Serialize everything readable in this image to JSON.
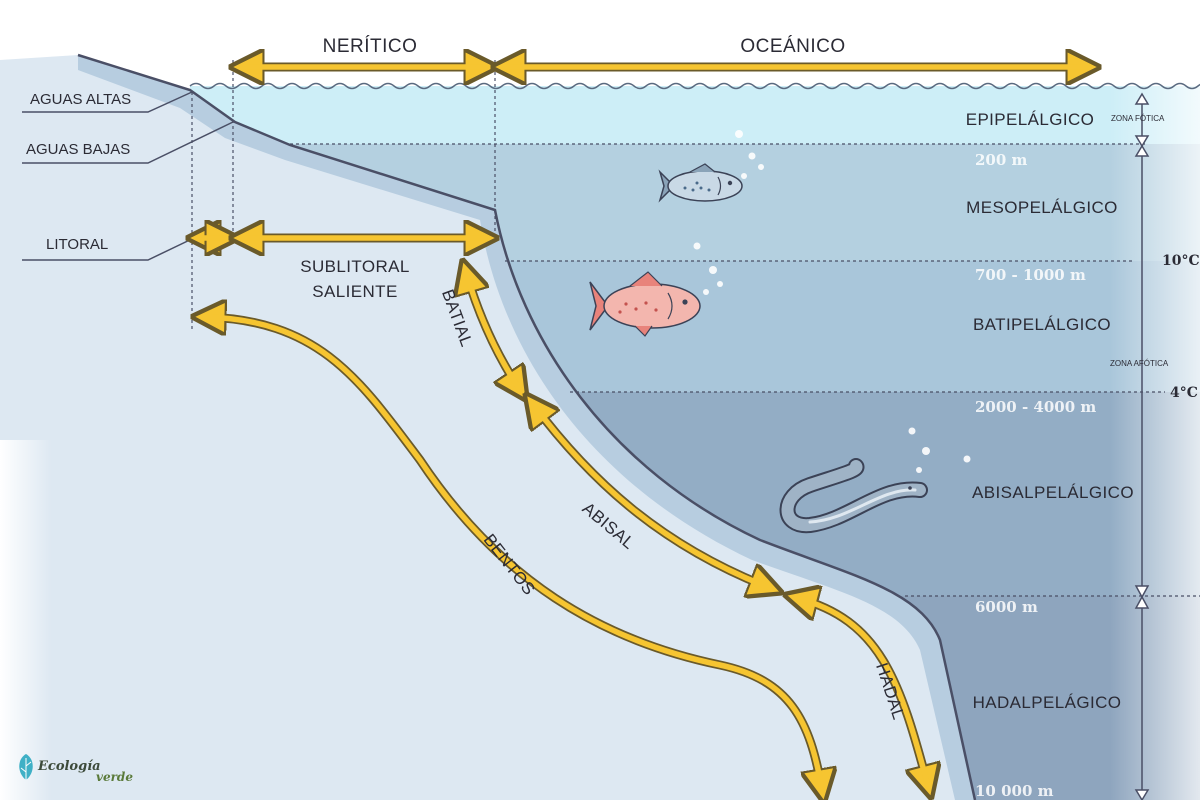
{
  "horizontal_zones": {
    "neritic": "NERÍTICO",
    "oceanic": "OCEÁNICO"
  },
  "tide_labels": {
    "high": "AGUAS ALTAS",
    "low": "AGUAS BAJAS",
    "littoral": "LITORAL"
  },
  "shelf_labels": {
    "sublittoral_1": "SUBLITORAL",
    "sublittoral_2": "SALIENTE"
  },
  "benthic_zones": {
    "bathyal": "BATIAL",
    "abyssal": "ABISAL",
    "benthos": "BENTOS",
    "hadal": "HADAL"
  },
  "pelagic_zones": {
    "epi": "EPIPELÁLGICO",
    "meso": "MESOPELÁLGICO",
    "bati": "BATIPELÁLGICO",
    "abisal": "ABISALPELÁLGICO",
    "hadal": "HADALPELÁGICO"
  },
  "depths": {
    "d200": "200 m",
    "d700": "700 - 1000 m",
    "d2000": "2000 - 4000 m",
    "d6000": "6000 m",
    "d10000": "10 000 m"
  },
  "temperatures": {
    "t10": "10°C",
    "t4": "4°C"
  },
  "light_zones": {
    "photic": "ZONA FÓTICA",
    "aphotic": "ZONA AFÓTICA"
  },
  "logo": {
    "line1": "Ecología",
    "line2": "verde"
  },
  "colors": {
    "arrow_yellow": "#f6c531",
    "arrow_outline": "#6a5a2a",
    "epipelagic": "#cdeef7",
    "mesopelagic": "#a9c9dc",
    "bathypelagic": "#a9c9dc",
    "abyssopelagic": "#8fa9c2",
    "hadopelagic": "#8fa6bf",
    "seafloor": "#dde8f2",
    "slope_band": "#b7cde0",
    "outline": "#4a4f66"
  }
}
